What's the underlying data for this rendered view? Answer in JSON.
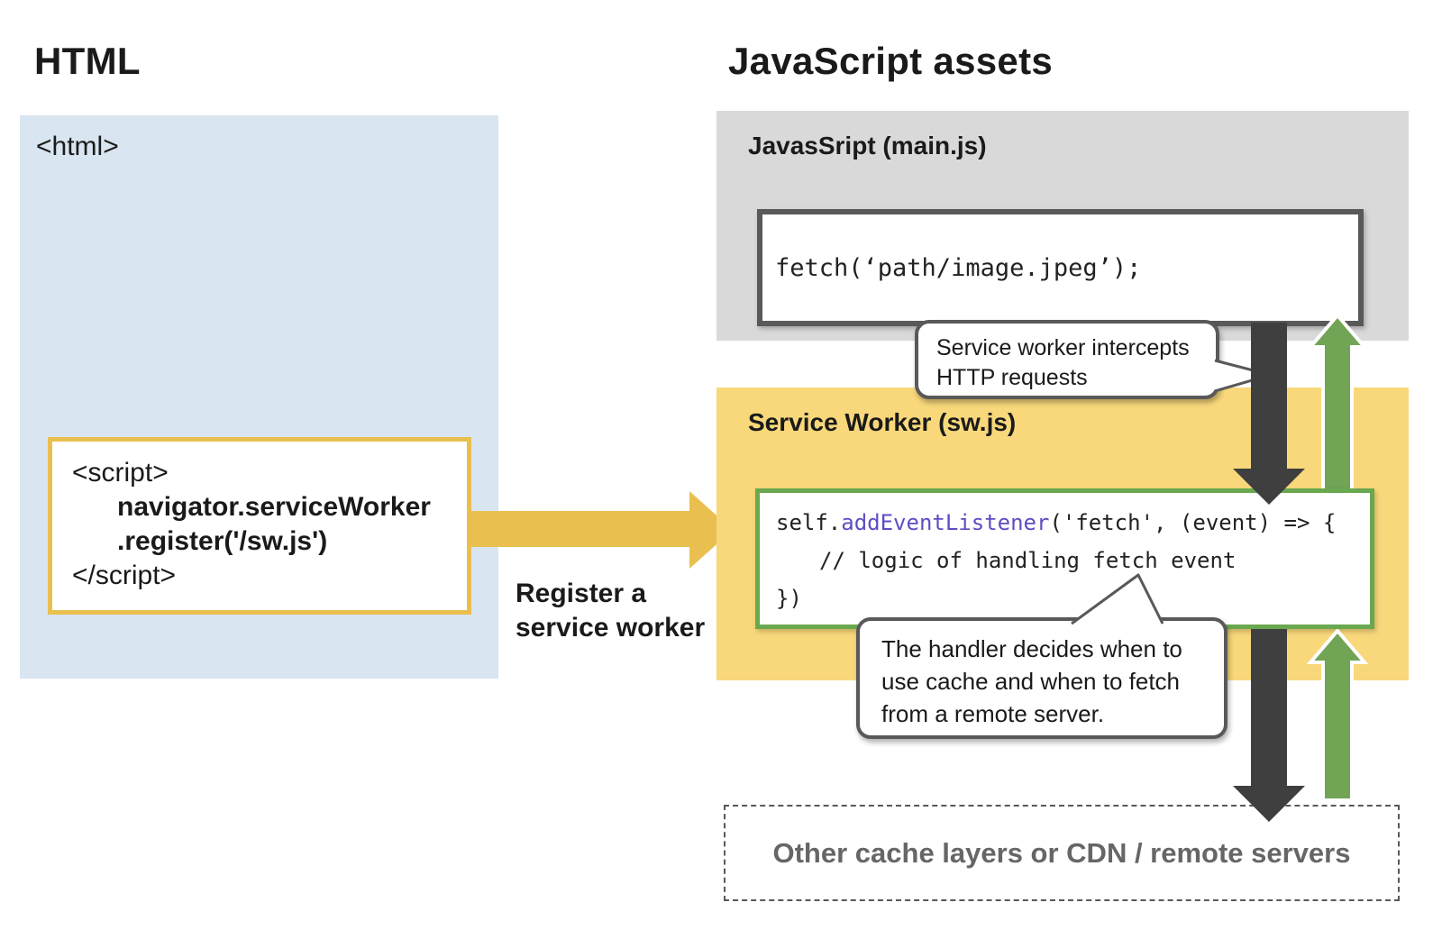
{
  "palette": {
    "blue_panel": "#d9e5f1",
    "gray_panel": "#d9d9d9",
    "yellow_panel": "#f8d87a",
    "gold_accent": "#e9bf4e",
    "dark_arrow": "#3f3f3f",
    "green_arrow": "#71a455",
    "green_border": "#6aa84f",
    "code_purple": "#5d4ec2",
    "border_gray": "#595959",
    "muted_text": "#666666"
  },
  "headings": {
    "html": "HTML",
    "js_assets": "JavaScript assets"
  },
  "html_panel": {
    "open_tag": "<html>",
    "script_box": {
      "line1": "<script>",
      "line2": "navigator.serviceWorker",
      "line3": ".register('/sw.js')",
      "line4": "</script>"
    }
  },
  "register_arrow": {
    "label_line1": "Register a",
    "label_line2": "service worker"
  },
  "mainjs_panel": {
    "title": "JavasSript (main.js)",
    "code": "fetch(‘path/image.jpeg’);"
  },
  "sw_panel": {
    "title": "Service Worker (sw.js)",
    "code": {
      "line1_self": "self.",
      "line1_method": "addEventListener",
      "line1_rest": "('fetch', (event) => {",
      "line2": "// logic of handling fetch event",
      "line3": "})"
    }
  },
  "bubbles": {
    "intercept": {
      "line1": "Service worker intercepts",
      "line2": "HTTP requests"
    },
    "handler": {
      "line1": "The handler decides when to",
      "line2": "use cache and when to fetch",
      "line3": "from a remote server."
    }
  },
  "remote": {
    "label": "Other cache layers or CDN / remote servers"
  }
}
